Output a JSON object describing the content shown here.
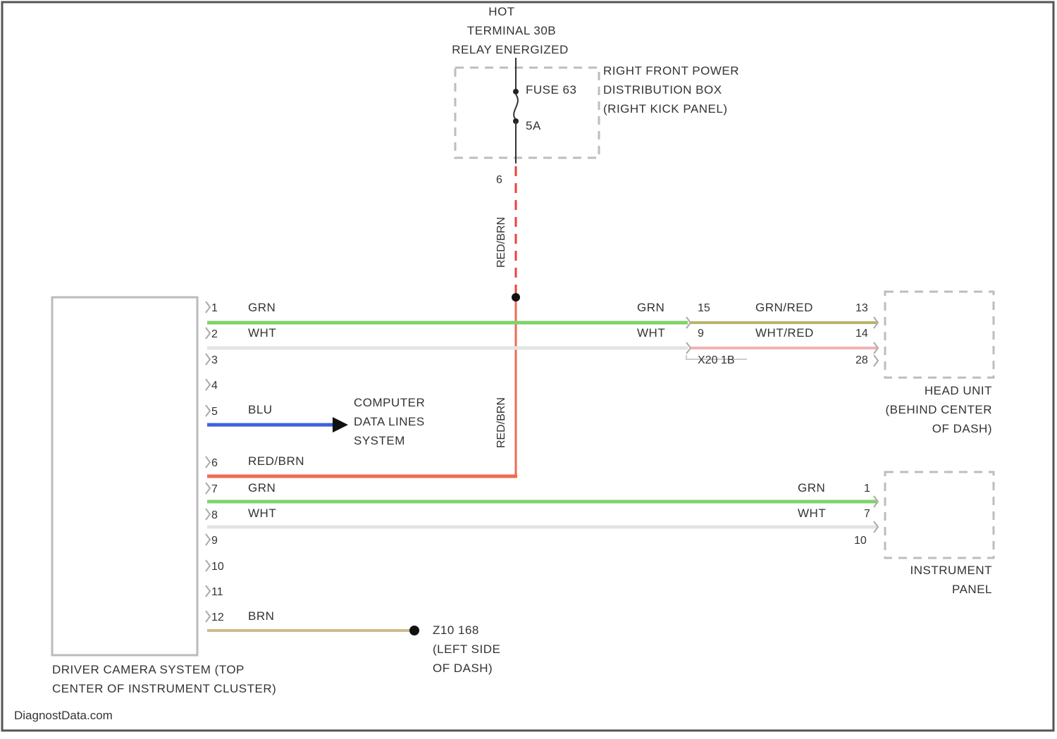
{
  "header": {
    "line1": "HOT",
    "line2": "TERMINAL 30B",
    "line3": "RELAY ENERGIZED"
  },
  "power_box": {
    "label_lines": [
      "RIGHT FRONT POWER",
      "DISTRIBUTION BOX",
      "(RIGHT KICK PANEL)"
    ],
    "fuse_label": "FUSE 63",
    "fuse_rating": "5A",
    "pin": "6"
  },
  "riser_wire": {
    "color_label": "RED/BRN",
    "stroke": "#e8433a"
  },
  "camera": {
    "label_lines": [
      "DRIVER CAMERA SYSTEM (TOP",
      "CENTER OF INSTRUMENT CLUSTER)"
    ],
    "pins": [
      "1",
      "2",
      "3",
      "4",
      "5",
      "6",
      "7",
      "8",
      "9",
      "10",
      "11",
      "12"
    ]
  },
  "wires": {
    "w1": {
      "label": "GRN",
      "label_right": "GRN",
      "stroke": "#7ed36a"
    },
    "w2": {
      "label": "WHT",
      "label_right": "WHT",
      "stroke": "#e6e6e6"
    },
    "w5": {
      "label": "BLU",
      "stroke": "#3f5fe0"
    },
    "w6": {
      "label": "RED/BRN",
      "stroke": "#ef6a52"
    },
    "w7": {
      "label": "GRN",
      "label_right": "GRN",
      "stroke": "#7ed36a"
    },
    "w8": {
      "label": "WHT",
      "label_right": "WHT",
      "stroke": "#e6e6e6"
    },
    "w12": {
      "label": "BRN",
      "stroke": "#cdb98c"
    }
  },
  "splice": {
    "top_pin_left": "15",
    "mid_pin_left": "9",
    "connector": "X20 1B",
    "upper_label": "GRN/RED",
    "lower_label": "WHT/RED",
    "upper_stroke": "#b8b46a",
    "lower_stroke": "#f0b4b4"
  },
  "head_unit": {
    "pins": [
      "13",
      "14",
      "28"
    ],
    "label_lines": [
      "HEAD UNIT",
      "(BEHIND CENTER",
      "OF DASH)"
    ]
  },
  "computer_data": {
    "label_lines": [
      "COMPUTER",
      "DATA LINES",
      "SYSTEM"
    ]
  },
  "instrument_panel": {
    "pins": [
      "1",
      "7",
      "10"
    ],
    "label_lines": [
      "INSTRUMENT",
      "PANEL"
    ]
  },
  "ground": {
    "label_lines": [
      "Z10 168",
      "(LEFT SIDE",
      "OF DASH)"
    ]
  },
  "watermark": "DiagnostData.com"
}
